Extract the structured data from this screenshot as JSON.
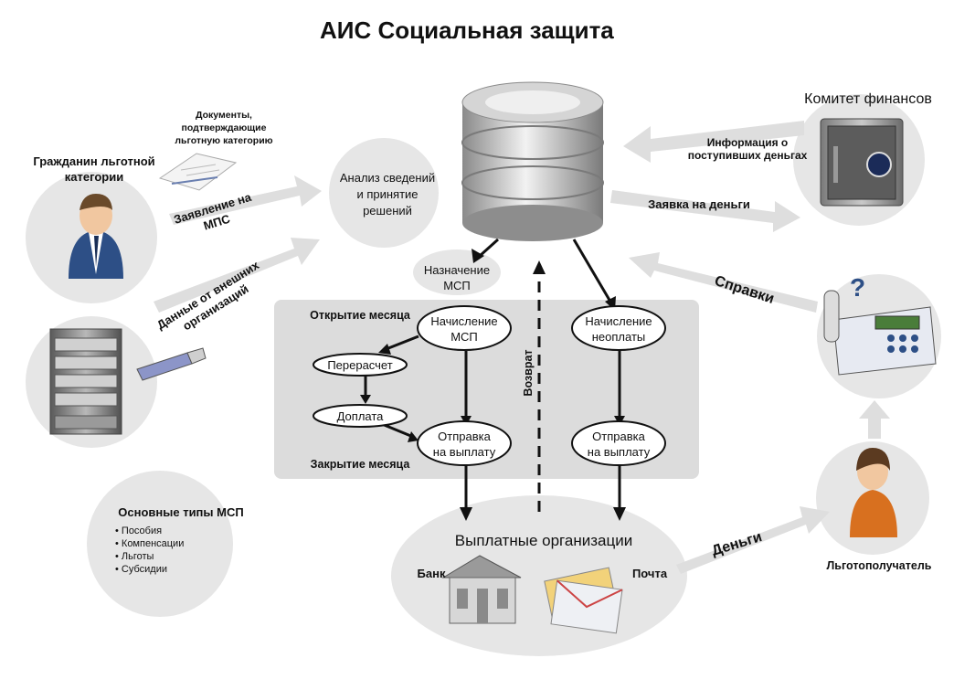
{
  "title": "АИС Социальная защита",
  "actors": {
    "citizen": {
      "label_line1": "Гражданин льготной",
      "label_line2": "категории"
    },
    "finance": {
      "label": "Комитет финансов"
    },
    "recipient": {
      "label": "Льготополучатель"
    }
  },
  "documents": {
    "line1": "Документы,",
    "line2": "подтверждающие",
    "line3": "льготную категорию"
  },
  "arrows": {
    "application_line1": "Заявление на",
    "application_line2": "МПС",
    "external_line1": "Данные от внешних",
    "external_line2": "организаций",
    "finance_info_line1": "Информация о",
    "finance_info_line2": "поступивших деньгах",
    "money_request": "Заявка на деньги",
    "references": "Справки",
    "money": "Деньги",
    "return": "Возврат"
  },
  "nodes": {
    "analysis_line1": "Анализ сведений",
    "analysis_line2": "и принятие",
    "analysis_line3": "решений",
    "assignment_line1": "Назначение",
    "assignment_line2": "МСП",
    "accrual_line1": "Начисление",
    "accrual_line2": "МСП",
    "recalc": "Перерасчет",
    "surcharge": "Доплата",
    "send1_line1": "Отправка",
    "send1_line2": "на выплату",
    "nonpay_line1": "Начисление",
    "nonpay_line2": "неоплаты",
    "send2_line1": "Отправка",
    "send2_line2": "на выплату",
    "month_open": "Открытие месяца",
    "month_close": "Закрытие месяца"
  },
  "payment_orgs": {
    "title": "Выплатные организации",
    "bank": "Банк",
    "post": "Почта"
  },
  "msp_types": {
    "title": "Основные типы МСП",
    "items": [
      "Пособия",
      "Компенсации",
      "Льготы",
      "Субсидии"
    ]
  },
  "colors": {
    "circle": "#e6e6e6",
    "panel": "#dcdcdc",
    "arrow_light": "#dedede",
    "dark": "#111111",
    "suit": "#2d4f86",
    "recipient": "#d8701f"
  }
}
